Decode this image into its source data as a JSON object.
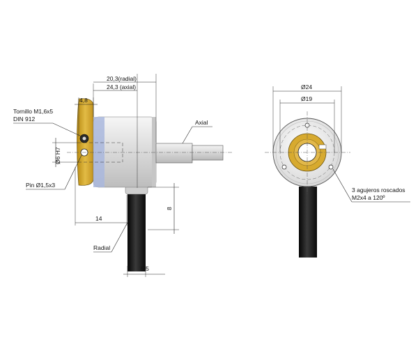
{
  "labels": {
    "radial_len": "20,3(radial)",
    "axial_len": "24,3 (axial)",
    "dim_48": "4,8",
    "screw_line1": "Tornillo M1,6x5",
    "screw_line2": "DIN 912",
    "bore": "Ø6 H7",
    "pin": "Pin Ø1,5x3",
    "axial": "Axial",
    "dim_14": "14",
    "dim_8": "8",
    "radial": "Radial",
    "dim_55": "5.5",
    "dia_24": "Ø24",
    "dia_19": "Ø19",
    "holes_line1": "3 agujeros roscados",
    "holes_line2": "M2x4 a 120º"
  },
  "colors": {
    "brass": "#d4a72c",
    "body_light": "#eeeeee",
    "body_mid": "#cfcfcf",
    "band_blue": "#a9b7dd",
    "cable": "#151515",
    "shaft": "#d8d8d8"
  }
}
